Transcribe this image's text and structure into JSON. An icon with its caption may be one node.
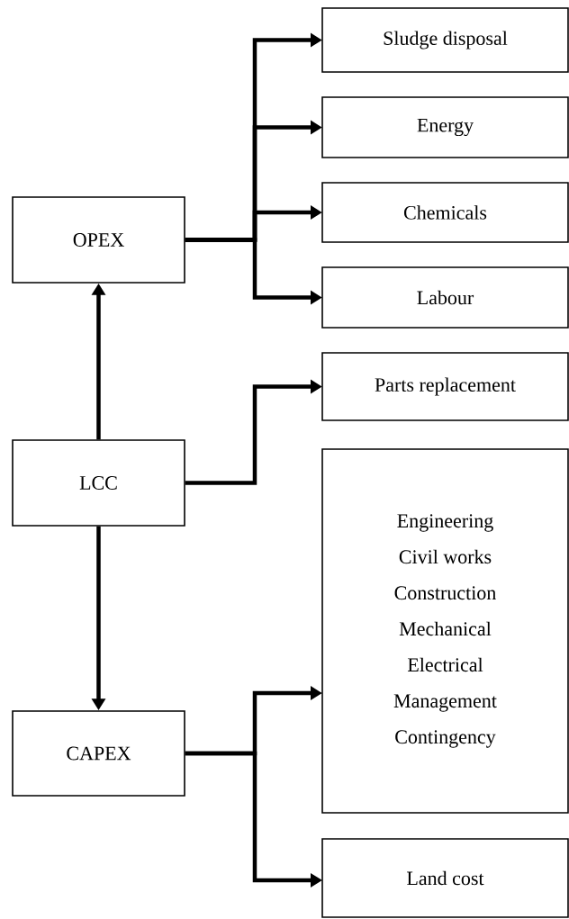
{
  "diagram": {
    "nodes": [
      {
        "text": [
          "OPEX"
        ]
      },
      {
        "text": [
          "LCC"
        ]
      },
      {
        "text": [
          "CAPEX"
        ]
      },
      {
        "text": [
          "Sludge disposal"
        ]
      },
      {
        "text": [
          "Energy"
        ]
      },
      {
        "text": [
          "Chemicals"
        ]
      },
      {
        "text": [
          "Labour"
        ]
      },
      {
        "text": [
          "Parts replacement"
        ]
      },
      {
        "text": [
          "Engineering",
          "Civil works",
          "Construction",
          "Mechanical",
          "Electrical",
          "Management",
          "Contingency"
        ]
      },
      {
        "text": [
          "Land cost"
        ]
      }
    ],
    "edges": [
      {
        "from": 1,
        "to": 0,
        "arrow": "to"
      },
      {
        "from": 1,
        "to": 2,
        "arrow": "to"
      },
      {
        "from": 0,
        "to": 3,
        "arrow": "to"
      },
      {
        "from": 0,
        "to": 4,
        "arrow": "to"
      },
      {
        "from": 0,
        "to": 5,
        "arrow": "to"
      },
      {
        "from": 0,
        "to": 6,
        "arrow": "to"
      },
      {
        "from": 1,
        "to": 7,
        "arrow": "to"
      },
      {
        "from": 2,
        "to": 8,
        "arrow": "to"
      },
      {
        "from": 2,
        "to": 9,
        "arrow": "to"
      }
    ]
  }
}
